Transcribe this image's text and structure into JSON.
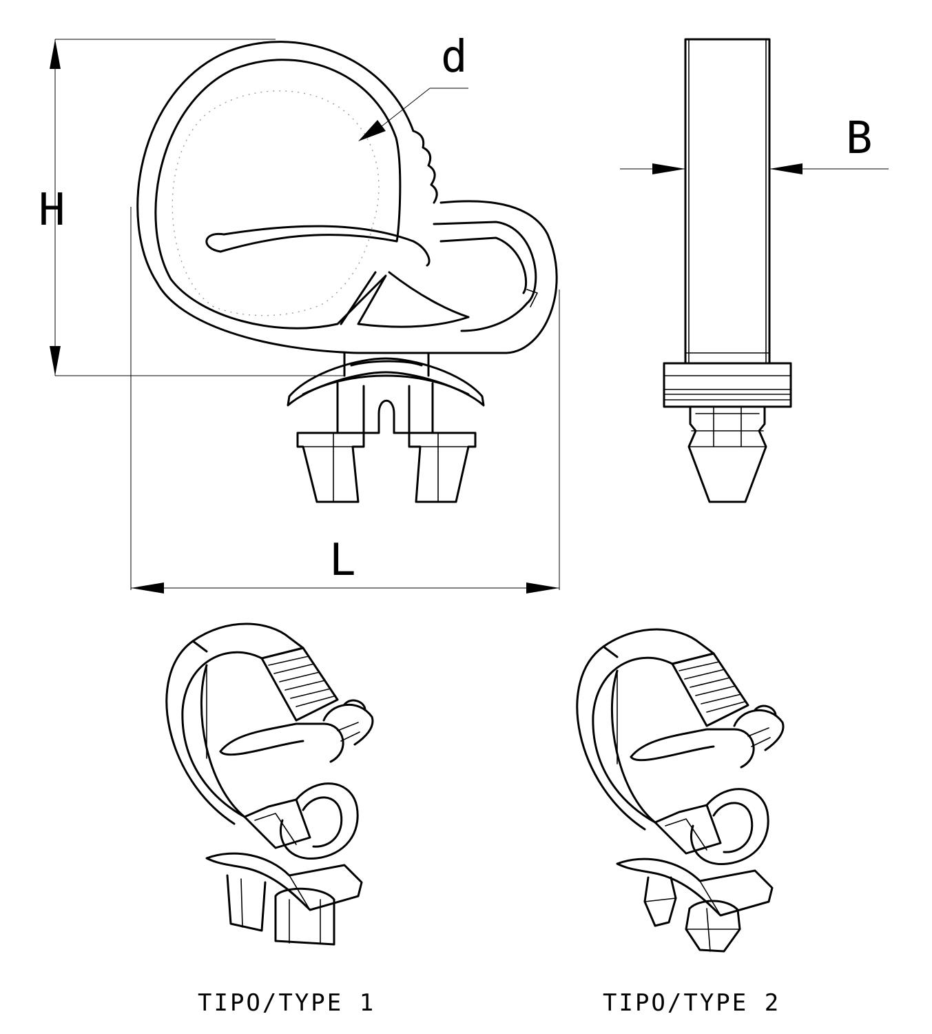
{
  "dimensions": {
    "d": "d",
    "H": "H",
    "B": "B",
    "L": "L"
  },
  "captions": {
    "type1": "TIPO/TYPE 1",
    "type2": "TIPO/TYPE 2"
  }
}
